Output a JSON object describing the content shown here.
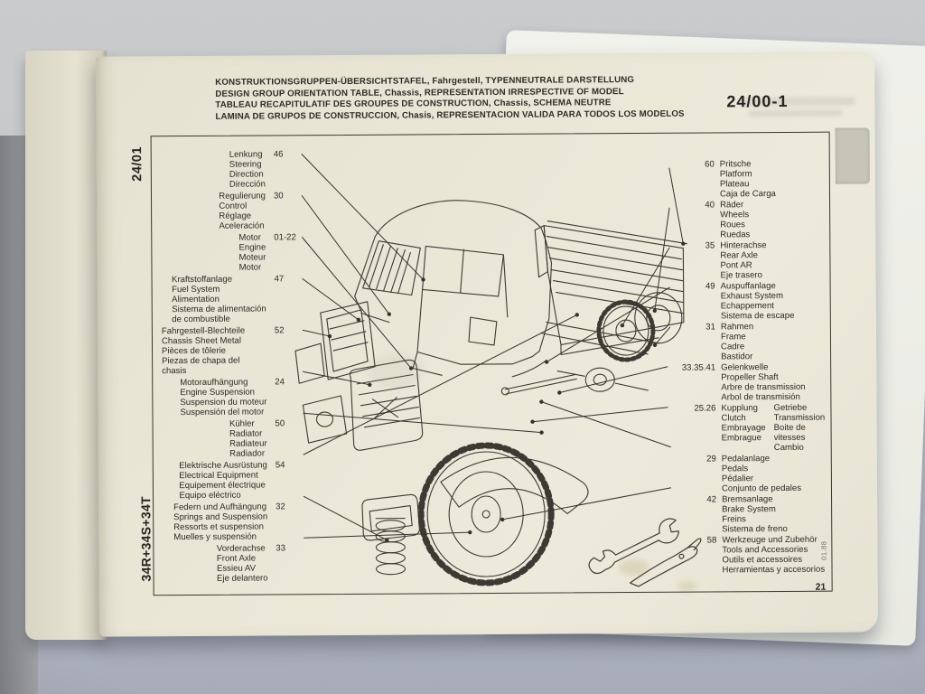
{
  "header": {
    "lines": [
      "KONSTRUKTIONSGRUPPEN-ÜBERSICHTSTAFEL, Fahrgestell, TYPENNEUTRALE DARSTELLUNG",
      "DESIGN GROUP ORIENTATION TABLE, Chassis, REPRESENTATION IRRESPECTIVE OF MODEL",
      "TABLEAU RECAPITULATIF DES GROUPES DE CONSTRUCTION, Chassis, SCHEMA NEUTRE",
      "LAMINA DE GRUPOS DE CONSTRUCCION, Chasis, REPRESENTACION VALIDA PARA TODOS LOS MODELOS"
    ],
    "doc_code": "24/00-1"
  },
  "side_labels": {
    "top": "24/01",
    "bottom": "34R+34S+34T"
  },
  "footer": {
    "page_number": "21",
    "edge_code": "01.88"
  },
  "diagram": {
    "left_labels": [
      {
        "number": "46",
        "lines": [
          "Lenkung",
          "Steering",
          "Direction",
          "Dirección"
        ]
      },
      {
        "number": "30",
        "lines": [
          "Regulierung",
          "Control",
          "Réglage",
          "Aceleración"
        ]
      },
      {
        "number": "01-22",
        "lines": [
          "Motor",
          "Engine",
          "Moteur",
          "Motor"
        ]
      },
      {
        "number": "47",
        "lines": [
          "Kraftstoffanlage",
          "Fuel System",
          "Alimentation",
          "Sistema de alimentación",
          "de combustible"
        ]
      },
      {
        "number": "52",
        "lines": [
          "Fahrgestell-Blechteile",
          "Chassis Sheet Metal",
          "Pièces de tôlerie",
          "Piezas de chapa del chasis"
        ]
      },
      {
        "number": "24",
        "lines": [
          "Motoraufhängung",
          "Engine Suspension",
          "Suspension du moteur",
          "Suspensión del motor"
        ]
      },
      {
        "number": "50",
        "lines": [
          "Kühler",
          "Radiator",
          "Radiateur",
          "Radiador"
        ]
      },
      {
        "number": "54",
        "lines": [
          "Elektrische Ausrüstung",
          "Electrical Equipment",
          "Equipement électrique",
          "Equipo eléctrico"
        ]
      },
      {
        "number": "32",
        "lines": [
          "Federn und Aufhängung",
          "Springs and Suspension",
          "Ressorts et suspension",
          "Muelles y suspensión"
        ]
      },
      {
        "number": "33",
        "lines": [
          "Vorderachse",
          "Front Axle",
          "Essieu AV",
          "Eje delantero"
        ]
      }
    ],
    "right_labels": [
      {
        "number": "60",
        "lines": [
          "Pritsche",
          "Platform",
          "Plateau",
          "Caja de Carga"
        ]
      },
      {
        "number": "40",
        "lines": [
          "Räder",
          "Wheels",
          "Roues",
          "Ruedas"
        ]
      },
      {
        "number": "35",
        "lines": [
          "Hinterachse",
          "Rear Axle",
          "Pont AR",
          "Eje trasero"
        ]
      },
      {
        "number": "49",
        "lines": [
          "Auspuffanlage",
          "Exhaust System",
          "Echappement",
          "Sistema de escape"
        ]
      },
      {
        "number": "31",
        "lines": [
          "Rahmen",
          "Frame",
          "Cadre",
          "Bastidor"
        ]
      },
      {
        "number": "33.35.41",
        "lines": [
          "Gelenkwelle",
          "Propeller Shaft",
          "Arbre de transmission",
          "Arbol de transmisión"
        ]
      },
      {
        "number": "25.26",
        "columns": [
          [
            "Kupplung",
            "Clutch",
            "Embrayage",
            "Embrague"
          ],
          [
            "Getriebe",
            "Transmission",
            "Boite de vitesses",
            "Cambio"
          ]
        ]
      },
      {
        "number": "29",
        "lines": [
          "Pedalanlage",
          "Pedals",
          "Pédalier",
          "Conjunto de pedales"
        ]
      },
      {
        "number": "42",
        "lines": [
          "Bremsanlage",
          "Brake System",
          "Freins",
          "Sistema de freno"
        ]
      },
      {
        "number": "58",
        "lines": [
          "Werkzeuge und Zubehör",
          "Tools and Accessories",
          "Outils et accessoires",
          "Herramientas y accesorios"
        ]
      }
    ]
  },
  "icons": {
    "tools": "wrench-and-pliers"
  },
  "colors": {
    "page": "#eae7d7",
    "ink": "#2b2a25",
    "background_top": "#c9cbcd",
    "background_bottom": "#a7acb8"
  }
}
